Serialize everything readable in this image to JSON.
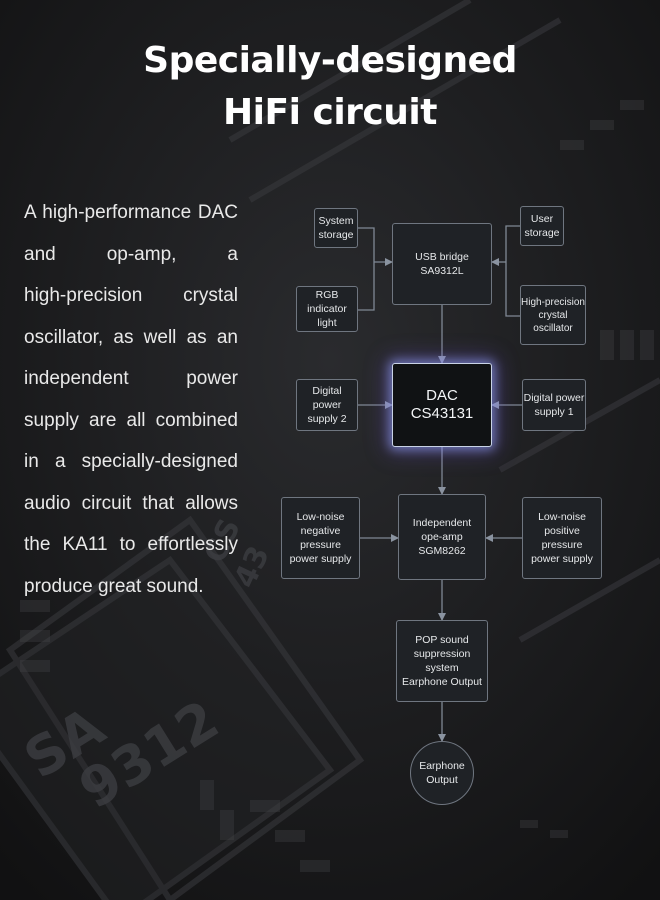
{
  "title": {
    "line1": "Specially-designed",
    "line2": "HiFi circuit"
  },
  "description": {
    "lines": [
      "A high-performance DAC",
      "and op-amp, a",
      "high-precision crystal",
      "oscillator, as well as an",
      "independent power",
      "supply are all combined",
      "in a specially-designed",
      "audio circuit that allows",
      "the KA11 to effortlessly",
      "produce great sound."
    ]
  },
  "diagram": {
    "nodes": {
      "system_storage": "System\nstorage",
      "rgb_indicator": "RGB\nindicator light",
      "usb_bridge": "USB bridge\nSA9312L",
      "user_storage": "User\nstorage",
      "crystal_oscillator": "High-precision\ncrystal oscillator",
      "digital_power_2": "Digital power\nsupply 2",
      "dac": "DAC\nCS43131",
      "digital_power_1": "Digital power\nsupply 1",
      "negative_supply": "Low-noise\nnegative pressure\npower supply",
      "opamp": "Independent\nope-amp SGM8262",
      "positive_supply": "Low-noise\npositive pressure\npower supply",
      "pop_suppression": "POP sound\nsuppression system\nEarphone Output",
      "earphone_output": "Earphone\nOutput"
    }
  },
  "background": {
    "chip_labels": [
      "SA",
      "9312",
      "CS",
      "43"
    ]
  },
  "colors": {
    "background": "#1b1b1d",
    "node_border": "#6f7680",
    "dac_glow": "#8f9bff",
    "connector": "#7f8894"
  }
}
